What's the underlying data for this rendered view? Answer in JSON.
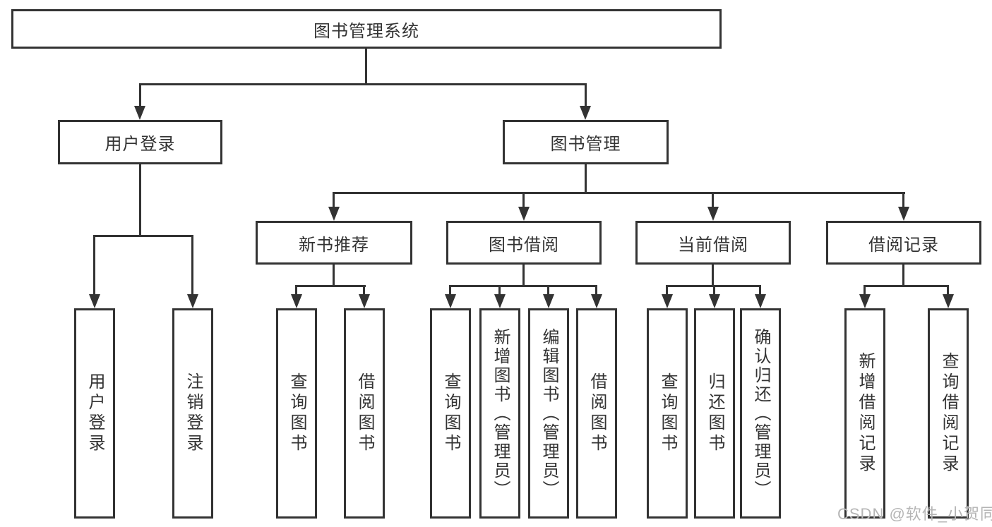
{
  "tree": {
    "root": "图书管理系统",
    "branches": [
      {
        "label": "用户登录",
        "children": [
          "用户登录",
          "注销登录"
        ]
      },
      {
        "label": "图书管理",
        "sections": [
          {
            "label": "新书推荐",
            "children": [
              "查询图书",
              "借阅图书"
            ]
          },
          {
            "label": "图书借阅",
            "children": [
              "查询图书",
              "新增图书（管理员）",
              "编辑图书（管理员）",
              "借阅图书"
            ]
          },
          {
            "label": "当前借阅",
            "children": [
              "查询图书",
              "归还图书",
              "确认归还（管理员）"
            ]
          },
          {
            "label": "借阅记录",
            "children": [
              "新增借阅记录",
              "查询借阅记录"
            ]
          }
        ]
      }
    ]
  },
  "watermark": "CSDN @软件_小贺同学",
  "colors": {
    "line": "#333333",
    "text": "#333333",
    "watermark": "#b5b5b5",
    "background": "#ffffff"
  }
}
